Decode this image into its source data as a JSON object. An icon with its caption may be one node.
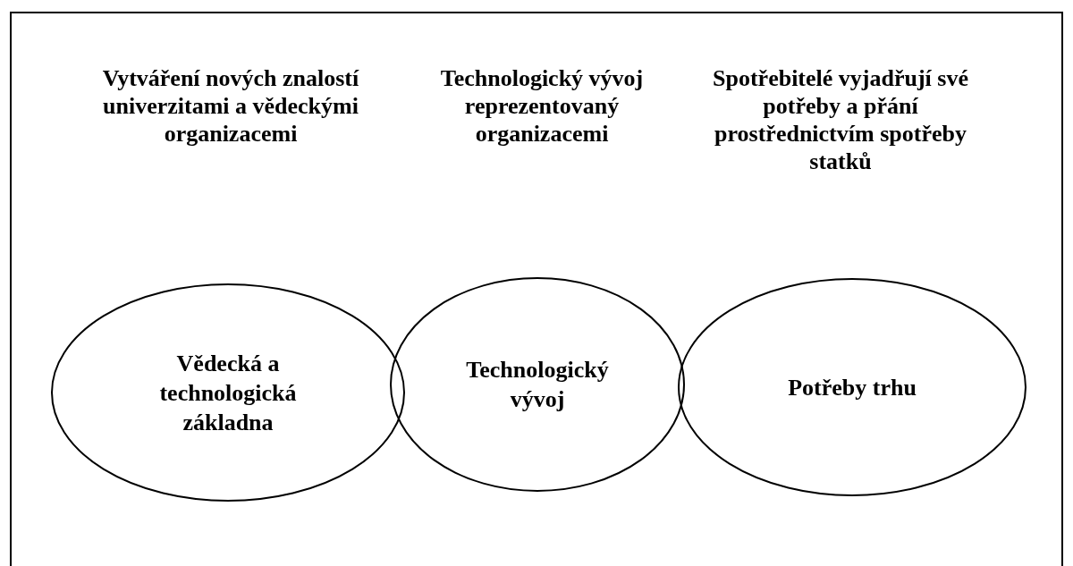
{
  "diagram": {
    "nodes": [
      {
        "text": [
          "Vědecká a technologická základna"
        ]
      },
      {
        "text": [
          "Technologický vývoj"
        ]
      },
      {
        "text": [
          "Potřeby trhu"
        ]
      }
    ],
    "edges": [],
    "labels": [
      "Vytváření nových znalostí univerzitami a vědeckými organizacemi",
      "Technologický vývoj reprezentovaný organizacemi",
      "Spotřebitelé vyjadřují své potřeby a přání prostřednictvím spotřeby statků"
    ]
  }
}
